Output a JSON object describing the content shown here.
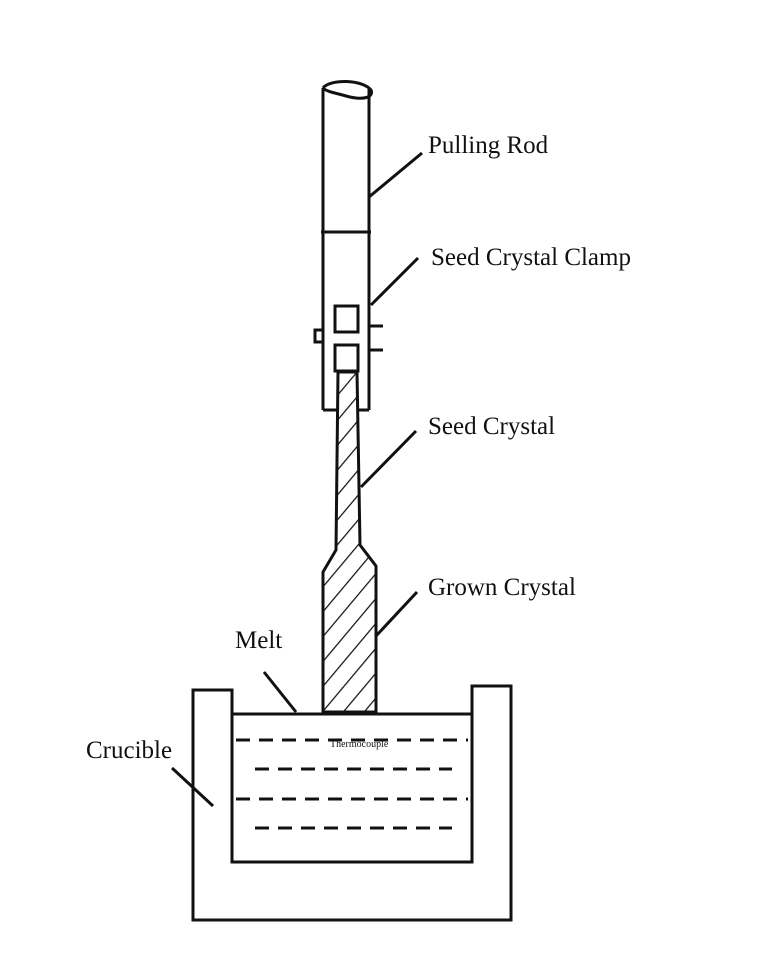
{
  "labels": {
    "pulling_rod": "Pulling Rod",
    "seed_crystal_clamp": "Seed Crystal Clamp",
    "seed_crystal": "Seed Crystal",
    "grown_crystal": "Grown Crystal",
    "melt": "Melt",
    "crucible": "Crucible",
    "thermocouple": "Thermocouple"
  },
  "colors": {
    "line": "#111111",
    "background": "#ffffff"
  }
}
